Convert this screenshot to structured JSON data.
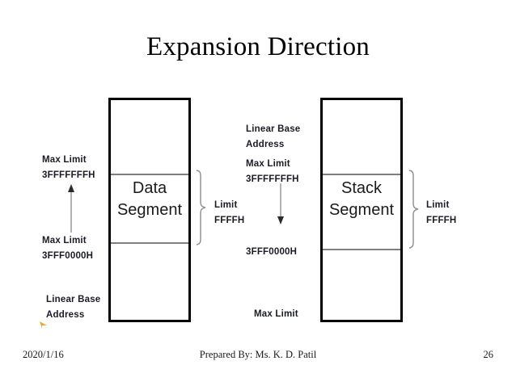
{
  "slide": {
    "title": "Expansion Direction",
    "background_color": "#ffffff",
    "text_color": "#000000"
  },
  "diagram": {
    "left_column": {
      "upper_label_line1": "Max Limit",
      "upper_label_line2": "3FFFFFFFH",
      "lower_label_line1": "Max Limit",
      "lower_label_line2": "3FFF0000H",
      "base_label_line1": "Linear Base",
      "base_label_line2": "Address",
      "arrow_direction": "up"
    },
    "data_segment": {
      "label_line1": "Data",
      "label_line2": "Segment",
      "brace_label_line1": "Limit",
      "brace_label_line2": "FFFFH"
    },
    "middle_column": {
      "base_label_line1": "Linear Base",
      "base_label_line2": "Address",
      "max_label_line1": "Max Limit",
      "max_label_line2": "3FFFFFFFH",
      "address_label": "3FFF0000H",
      "bottom_label": "Max Limit",
      "arrow_direction": "down"
    },
    "stack_segment": {
      "label_line1": "Stack",
      "label_line2": "Segment",
      "brace_label_line1": "Limit",
      "brace_label_line2": "FFFFH"
    },
    "colors": {
      "box_border": "#000000",
      "divider": "#7f7f7f",
      "arrow": "#808080",
      "brace": "#808080",
      "annotation_text": "#1b1b27",
      "segment_label_text": "#1a1a1a",
      "cursor_mark": "#f0a830"
    }
  },
  "footer": {
    "date": "2020/1/16",
    "prepared_by": "Prepared By: Ms. K. D. Patil",
    "page_number": "26"
  }
}
